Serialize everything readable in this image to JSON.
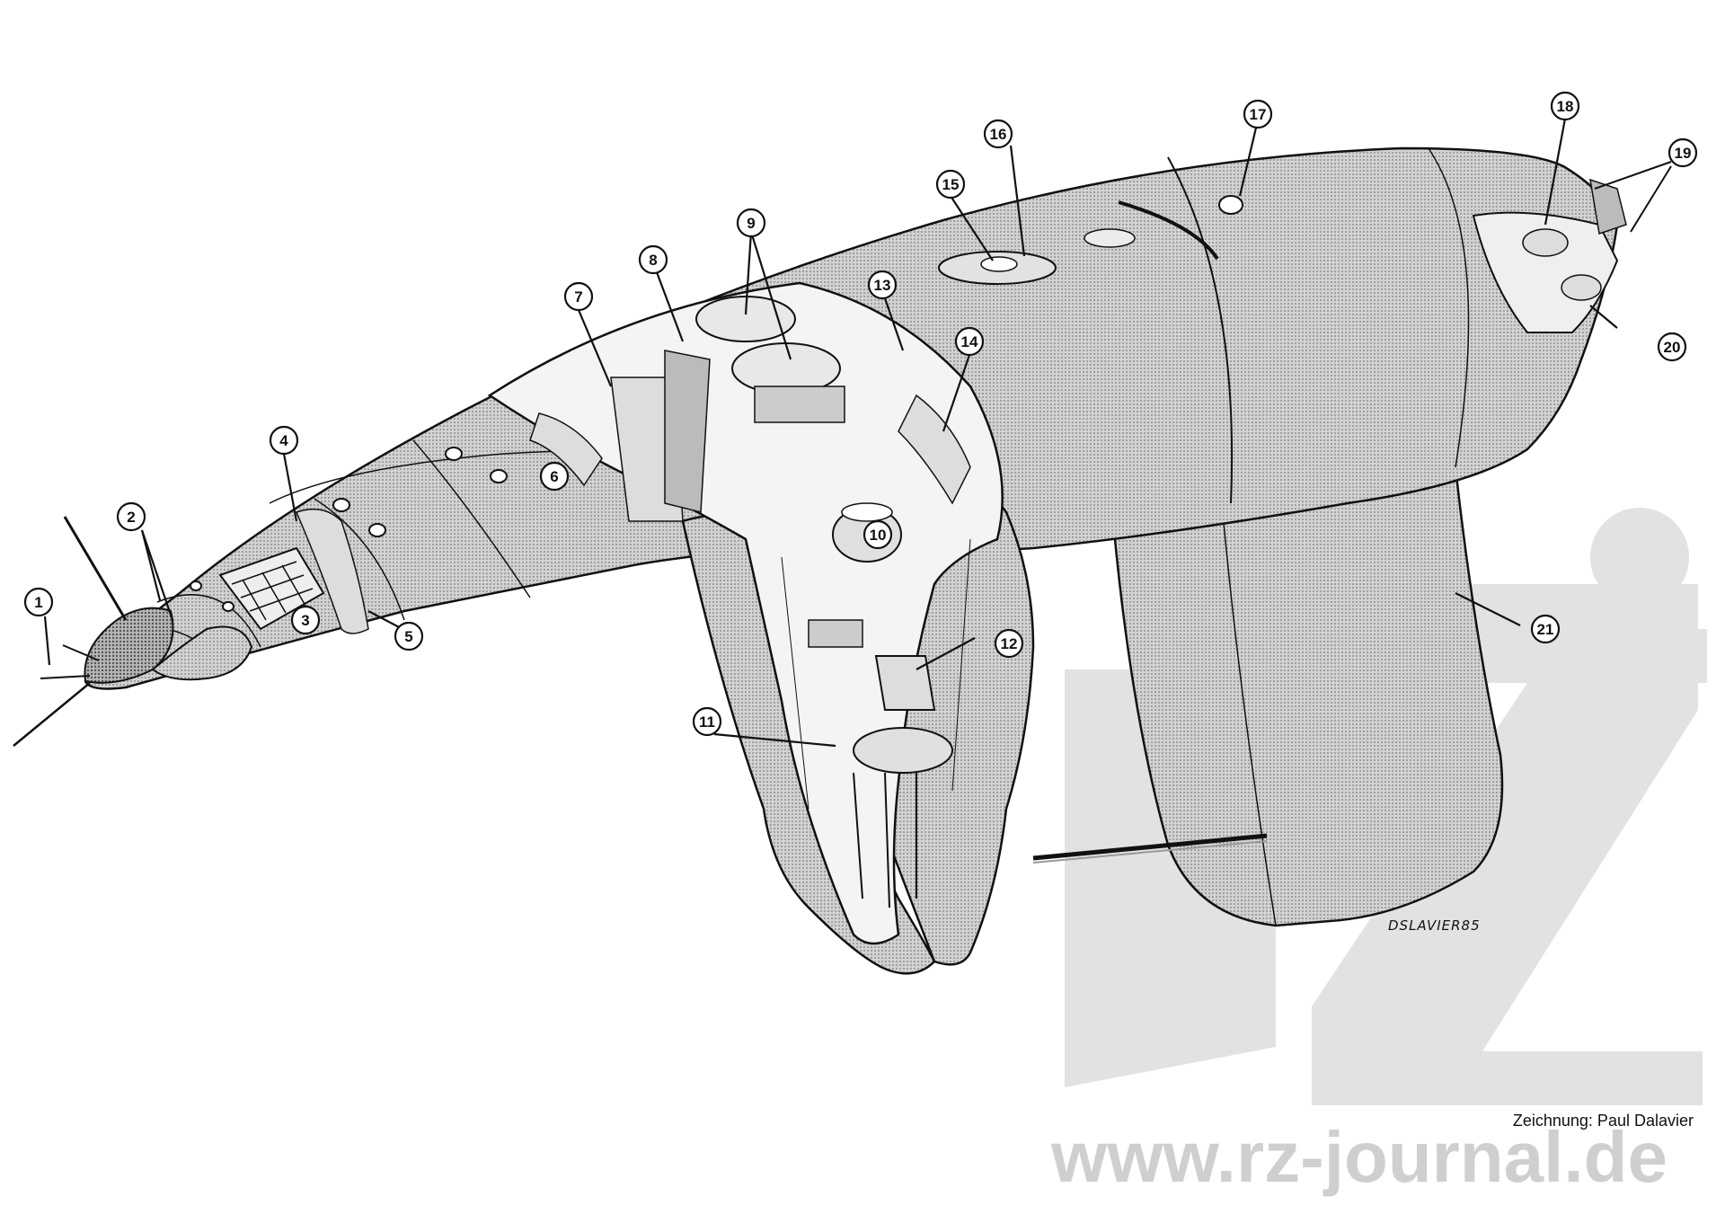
{
  "diagram": {
    "callouts": [
      "1",
      "2",
      "3",
      "4",
      "5",
      "6",
      "7",
      "8",
      "9",
      "10",
      "11",
      "12",
      "13",
      "14",
      "15",
      "16",
      "17",
      "18",
      "19",
      "20",
      "21"
    ]
  },
  "credit": "Zeichnung: Paul Dalavier",
  "signature": "DSLAVIER85",
  "watermark": {
    "url": "www.rz-journal.de",
    "logo": "rz"
  },
  "colors": {
    "hull": "#c9c9c9",
    "hull_dark": "#a9a9a9",
    "ink": "#111111",
    "watermark": "#d8d8d8"
  }
}
